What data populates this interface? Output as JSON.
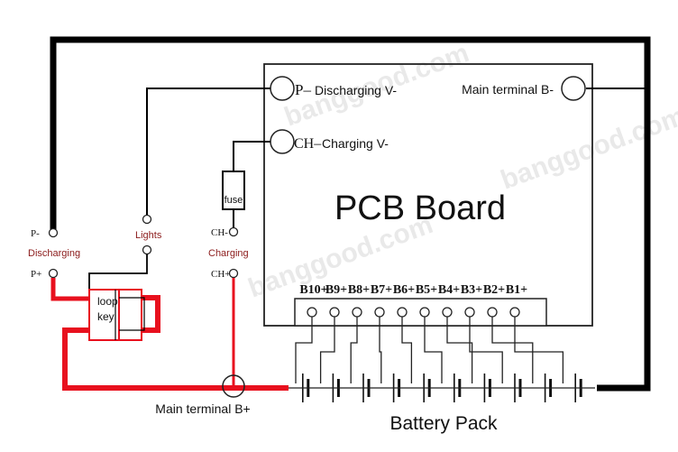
{
  "board": {
    "title": "PCB Board",
    "p_minus_glyph": "P–",
    "ch_minus_glyph": "CH–",
    "discharging_label": "Discharging V-",
    "charging_label": "Charging V-",
    "main_b_minus_label": "Main terminal B-"
  },
  "cell_taps": [
    "B10+",
    "B9+",
    "B8+",
    "B7+",
    "B6+",
    "B5+",
    "B4+",
    "B3+",
    "B2+",
    "B1+"
  ],
  "left": {
    "p_minus": "P-",
    "discharging": "Discharging",
    "p_plus": "P+",
    "lights": "Lights",
    "ch_minus": "CH-",
    "charging": "Charging",
    "ch_plus": "CH+",
    "fuse": "fuse",
    "loop_key_line1": "loop",
    "loop_key_line2": "key"
  },
  "battery": {
    "pack_label": "Battery Pack",
    "main_b_plus_label": "Main terminal B+"
  },
  "watermark": "banggood.com",
  "colors": {
    "wire_black": "#000000",
    "wire_red": "#e8101e",
    "label_red": "#8b1a1a"
  }
}
